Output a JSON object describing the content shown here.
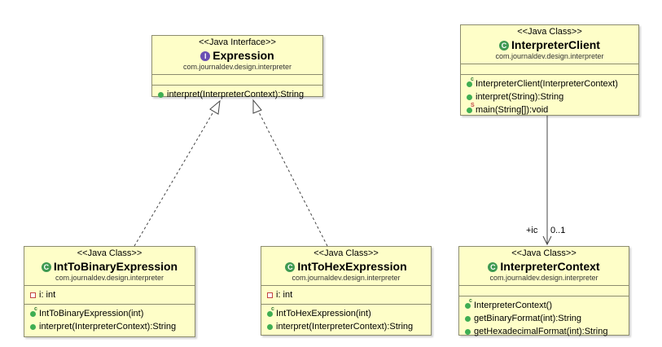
{
  "colors": {
    "box_fill": "#fefec8",
    "box_border": "#8c8c6e",
    "class_badge": "#3f9a52",
    "interface_badge": "#6a4fb3",
    "public_dot": "#3fae53",
    "private_marker": "#c24444"
  },
  "expression": {
    "stereotype": "<<Java Interface>>",
    "name": "Expression",
    "package": "com.journaldev.design.interpreter",
    "methods": [
      "interpret(InterpreterContext):String"
    ]
  },
  "client": {
    "stereotype": "<<Java Class>>",
    "name": "InterpreterClient",
    "package": "com.journaldev.design.interpreter",
    "methods": [
      "InterpreterClient(InterpreterContext)",
      "interpret(String):String",
      "main(String[]):void"
    ]
  },
  "binary": {
    "stereotype": "<<Java Class>>",
    "name": "IntToBinaryExpression",
    "package": "com.journaldev.design.interpreter",
    "fields": [
      "i: int"
    ],
    "methods": [
      "IntToBinaryExpression(int)",
      "interpret(InterpreterContext):String"
    ]
  },
  "hex": {
    "stereotype": "<<Java Class>>",
    "name": "IntToHexExpression",
    "package": "com.journaldev.design.interpreter",
    "fields": [
      "i: int"
    ],
    "methods": [
      "IntToHexExpression(int)",
      "interpret(InterpreterContext):String"
    ]
  },
  "context": {
    "stereotype": "<<Java Class>>",
    "name": "InterpreterContext",
    "package": "com.journaldev.design.interpreter",
    "methods": [
      "InterpreterContext()",
      "getBinaryFormat(int):String",
      "getHexadecimalFormat(int):String"
    ]
  },
  "association": {
    "role": "+ic",
    "multiplicity": "0..1"
  },
  "icons": {
    "class_badge": "C",
    "interface_badge": "I",
    "constructor_mark": "c",
    "static_mark": "S"
  }
}
